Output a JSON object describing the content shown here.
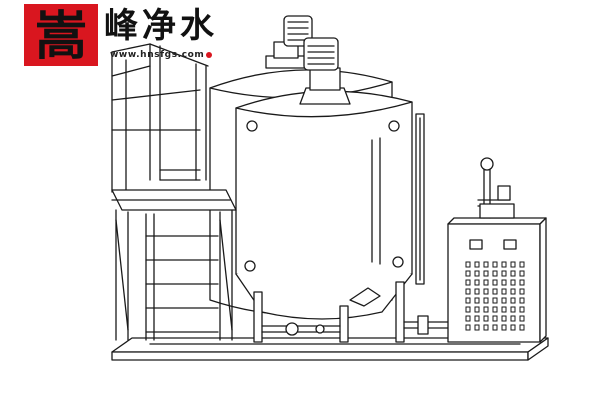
{
  "logo": {
    "glyph": "嵩",
    "seal_color": "#d9161f"
  },
  "brand": {
    "name": "峰净水",
    "url": "www.hnsfgs.com",
    "dot_color": "#d9161f"
  },
  "colors": {
    "line": "#1a1a1a",
    "fill": "#ffffff",
    "shade": "#e6e6e6"
  }
}
